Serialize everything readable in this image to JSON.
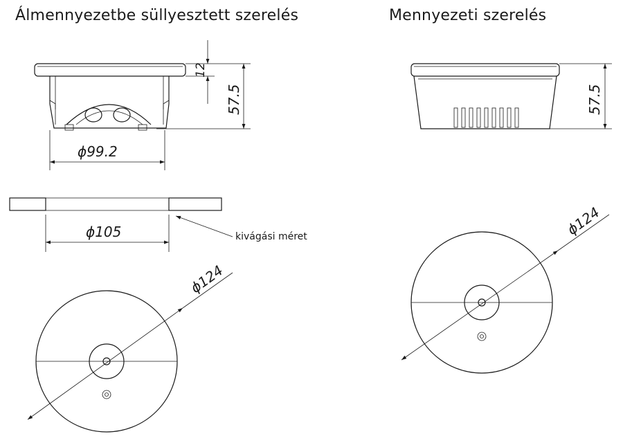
{
  "titles": {
    "recessed": "Álmennyezetbe süllyesztett szerelés",
    "surface": "Mennyezeti szerelés"
  },
  "dimensions": {
    "recessed_height_small": "12",
    "recessed_height": "57.5",
    "recessed_diameter": "ϕ99.2",
    "cutout_diameter": "ϕ105",
    "recessed_plan_diameter": "ϕ124",
    "surface_height": "57.5",
    "surface_plan_diameter": "ϕ124"
  },
  "labels": {
    "cutout": "kivágási méret"
  }
}
